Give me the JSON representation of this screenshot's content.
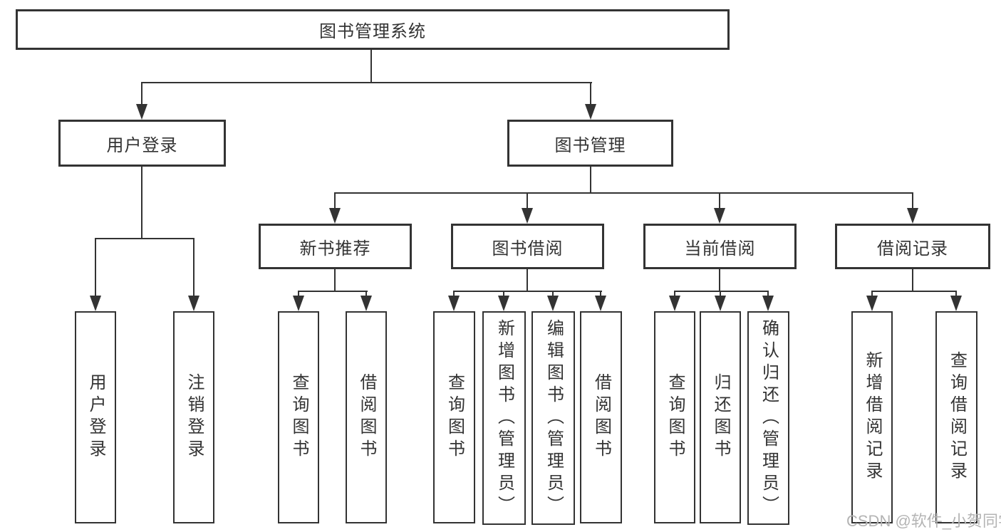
{
  "diagram": {
    "root": {
      "label": "图书管理系统"
    },
    "branches": [
      {
        "label": "用户登录",
        "children": [
          {
            "label": "用户登录"
          },
          {
            "label": "注销登录"
          }
        ]
      },
      {
        "label": "图书管理",
        "children": [
          {
            "label": "新书推荐",
            "children": [
              {
                "label": "查询图书"
              },
              {
                "label": "借阅图书"
              }
            ]
          },
          {
            "label": "图书借阅",
            "children": [
              {
                "label": "查询图书"
              },
              {
                "label": "新增图书（管理员）"
              },
              {
                "label": "编辑图书（管理员）"
              },
              {
                "label": "借阅图书"
              }
            ]
          },
          {
            "label": "当前借阅",
            "children": [
              {
                "label": "查询图书"
              },
              {
                "label": "归还图书"
              },
              {
                "label": "确认归还（管理员）"
              }
            ]
          },
          {
            "label": "借阅记录",
            "children": [
              {
                "label": "新增借阅记录"
              },
              {
                "label": "查询借阅记录"
              }
            ]
          }
        ]
      }
    ]
  },
  "watermark": "CSDN @软件_小贺同学",
  "colors": {
    "line": "#333333",
    "text": "#333333",
    "watermark_text": "#b4b4b4",
    "background": "#ffffff"
  }
}
